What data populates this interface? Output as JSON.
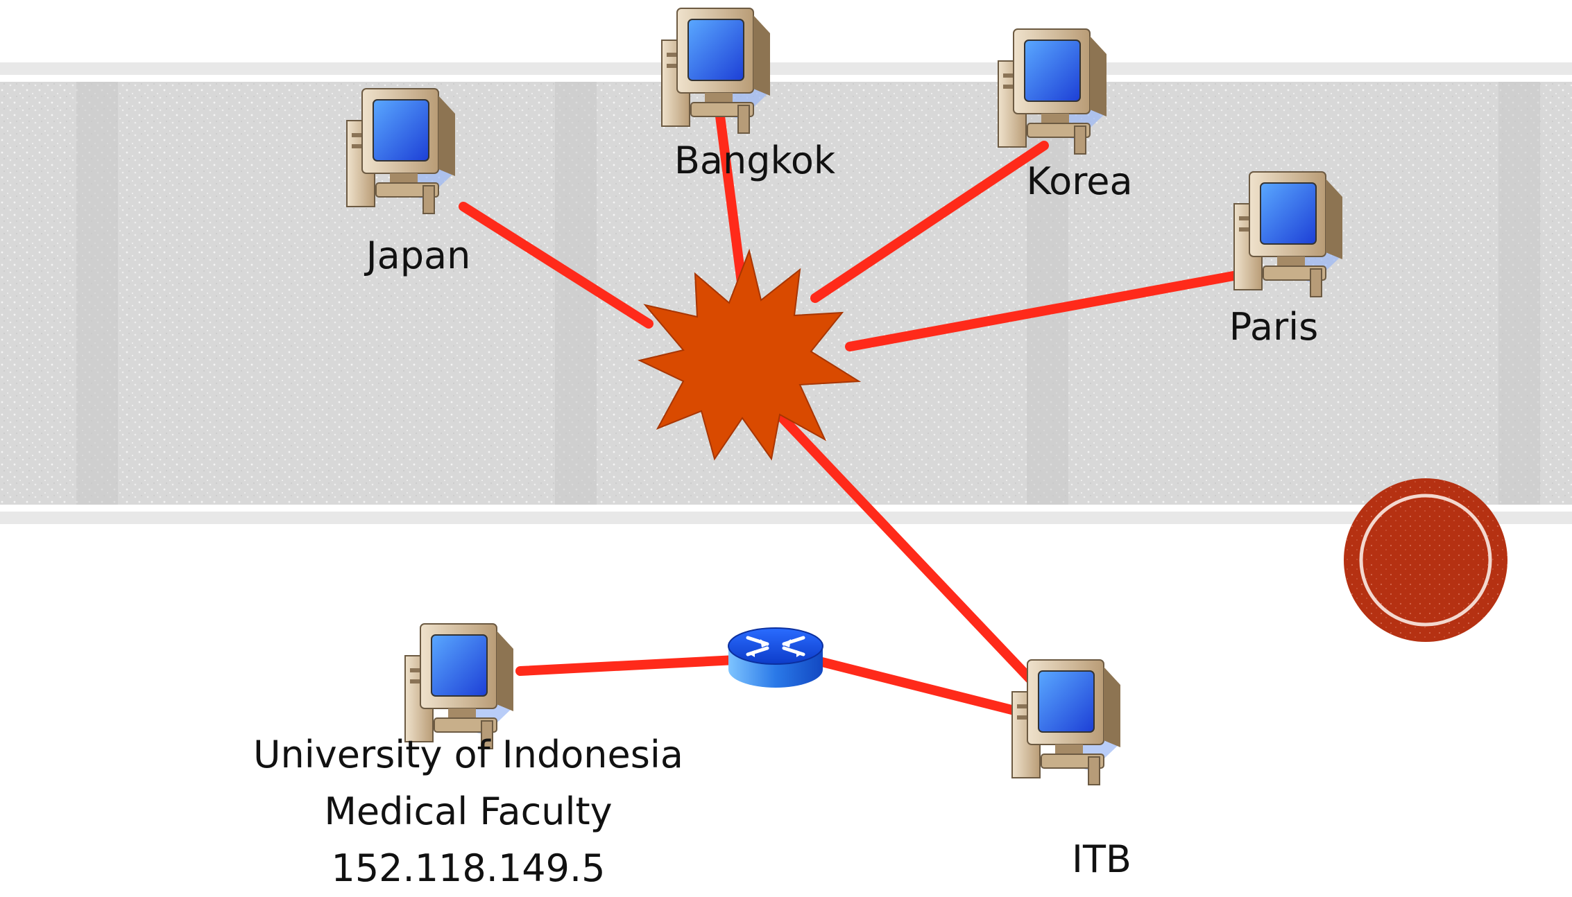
{
  "nodes": {
    "japan": {
      "label": "Japan"
    },
    "bangkok": {
      "label": "Bangkok"
    },
    "korea": {
      "label": "Korea"
    },
    "paris": {
      "label": "Paris"
    },
    "ui": {
      "line1": "University of Indonesia",
      "line2": "Medical Faculty",
      "line3": "152.118.149.5"
    },
    "itb": {
      "label": "ITB"
    }
  },
  "colors": {
    "link": "#ff2a1a",
    "cloud": "#d94a00",
    "router": "#1c5be8",
    "banner": "#d9d9d9",
    "badge": "#b52e10"
  },
  "icons": [
    "computer-icon",
    "router-icon",
    "internet-starburst-icon"
  ]
}
